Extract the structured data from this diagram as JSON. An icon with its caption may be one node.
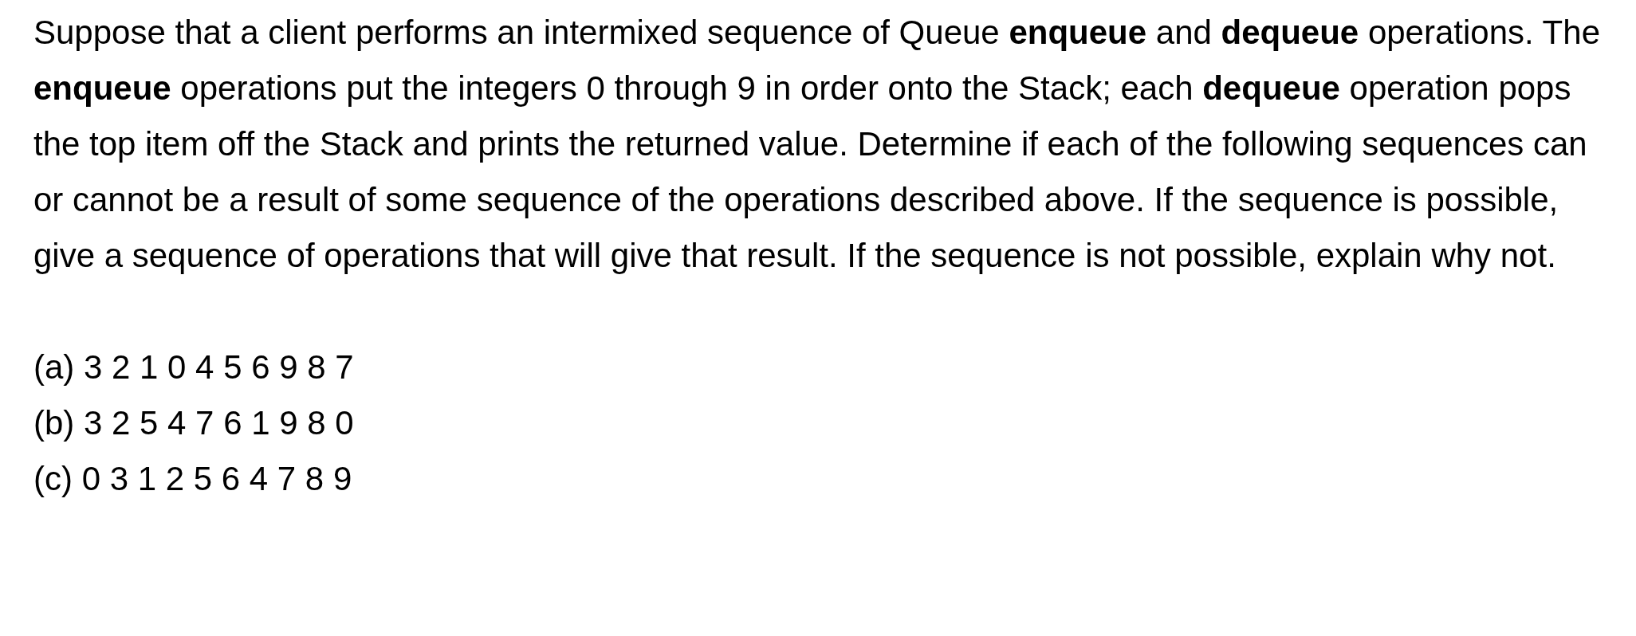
{
  "diagram": {
    "labels": [
      "Suppose that a client performs an intermixed sequence of Queue **enqueue** and **dequeue** operations. The **enqueue** operations put the integers 0 through 9 in order onto the Stack; each **dequeue** operation pops the top item off the Stack and prints the returned value. Determine if each of the following sequences can or cannot be a result of some sequence of the operations described above. If the sequence is possible, give a sequence of operations that will give that result. If the sequence is not possible, explain why not.",
      "(a) 3 2 1 0 4 5 6 9 8 7",
      "(b) 3 2 5 4 7 6 1 9 8 0",
      "(c) 0 3 1 2 5 6 4 7 8 9"
    ]
  }
}
